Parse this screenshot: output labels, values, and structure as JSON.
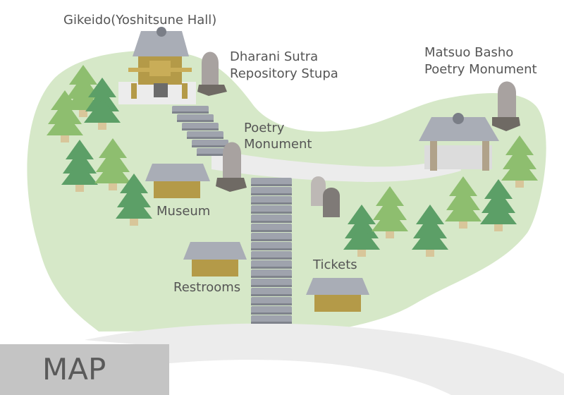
{
  "map": {
    "title": "MAP",
    "labels": {
      "gikeido": "Gikeido(Yoshitsune Hall)",
      "dharani_1": "Dharani Sutra",
      "dharani_2": "Repository Stupa",
      "basho_1": "Matsuo Basho",
      "basho_2": "Poetry Monument",
      "poetry_1": "Poetry",
      "poetry_2": "Monument",
      "museum": "Museum",
      "restrooms": "Restrooms",
      "tickets": "Tickets"
    },
    "colors": {
      "ground": "#d6e8c8",
      "path": "#ececec",
      "stairs": "#9fa3ad",
      "roof": "#a9adb6",
      "wall": "#b49a48",
      "stone": "#a8a2a0",
      "tree_dark": "#5c9f67",
      "tree_light": "#8ebe6f",
      "title_box": "#c4c4c4"
    },
    "icons": [
      "hall-icon",
      "stupa-icon",
      "pavilion-icon",
      "tree-icon",
      "stairs-icon",
      "building-icon",
      "stone-monument-icon"
    ]
  }
}
